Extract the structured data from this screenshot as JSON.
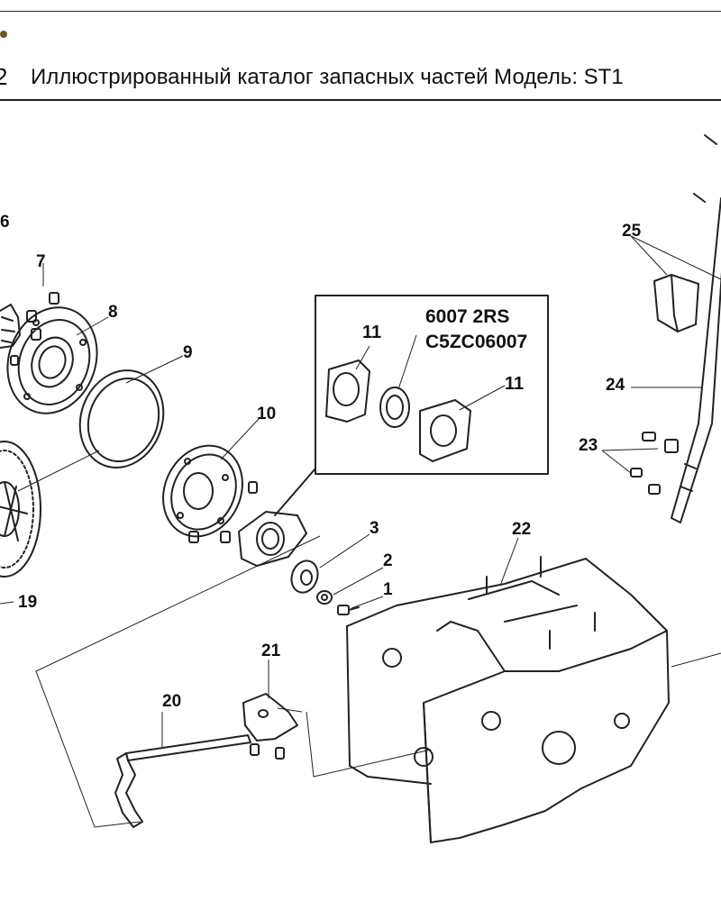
{
  "header": {
    "page_number": "2",
    "title": "Иллюстрированный каталог запасных частей  Модель: ST1"
  },
  "inset": {
    "bearing_code": "6007 2RS",
    "bearing_code_alt": "C5ZC06007"
  },
  "labels": {
    "l1": "1",
    "l2": "2",
    "l3": "3",
    "l6": "6",
    "l7": "7",
    "l8": "8",
    "l9": "9",
    "l10": "10",
    "l11a": "11",
    "l11b": "11",
    "l19": "19",
    "l20": "20",
    "l21": "21",
    "l22": "22",
    "l23": "23",
    "l24": "24",
    "l25": "25"
  }
}
